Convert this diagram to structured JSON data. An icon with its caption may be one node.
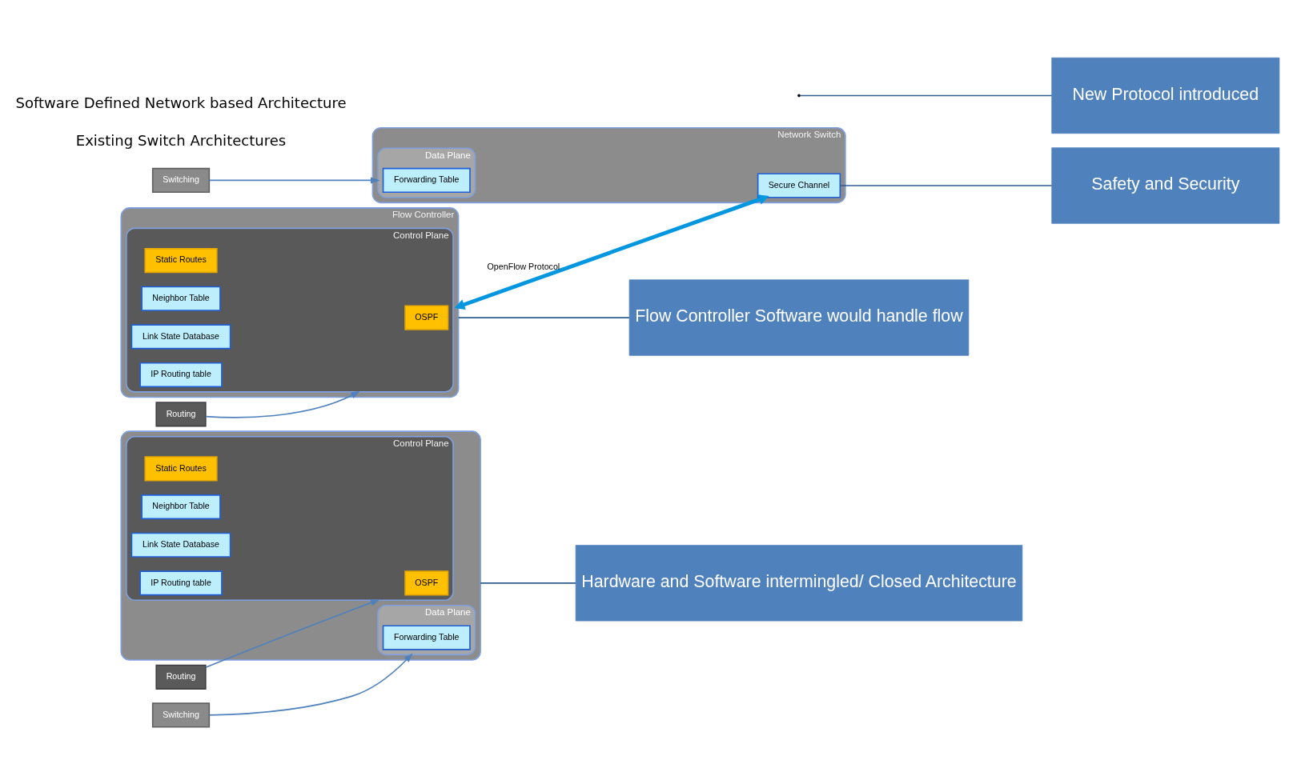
{
  "diagram": {
    "nodes": [
      {
        "text": [],
        "shape": "box"
      },
      {
        "text": [
          "Control Plane"
        ],
        "in": 0
      },
      {
        "text": [
          "OSPF"
        ],
        "in": 1
      },
      {
        "text": [
          "Static Routes"
        ],
        "in": 1
      },
      {
        "text": [
          "Neighbor Table"
        ],
        "in": 1
      },
      {
        "text": [
          "Link State Database"
        ],
        "in": 1
      },
      {
        "text": [
          "IP Routing table"
        ],
        "in": 1
      },
      {
        "text": [
          "Data Plane"
        ],
        "in": 0
      },
      {
        "text": [
          "Forwarding Table"
        ],
        "in": 7
      },
      {
        "text": [
          "Routing"
        ]
      },
      {
        "text": [
          "Switching"
        ]
      },
      {
        "text": [
          "Hardware and Software intermingled/ Closed Architecture"
        ]
      },
      {
        "text": [
          "Flow Controller"
        ]
      },
      {
        "text": [
          "Control Plane"
        ],
        "in": 12
      },
      {
        "text": [
          "OSPF"
        ],
        "in": 13
      },
      {
        "text": [
          "Static Routes"
        ],
        "in": 13
      },
      {
        "text": [
          "Neighbor Table"
        ],
        "in": 13
      },
      {
        "text": [
          "Link State Database"
        ],
        "in": 13
      },
      {
        "text": [
          "IP Routing table"
        ],
        "in": 13
      },
      {
        "text": [
          "Network Switch"
        ]
      },
      {
        "text": [
          "Secure Channel"
        ],
        "in": 19
      },
      {
        "text": [
          "Data Plane"
        ],
        "in": 19
      },
      {
        "text": [
          "Forwarding Table"
        ],
        "in": 21
      },
      {
        "text": [
          "Routing"
        ]
      },
      {
        "text": [
          "Switching"
        ]
      },
      {
        "text": [
          "Flow Controller Software would handle flow"
        ]
      },
      {
        "text": [
          "New Protocol introduced"
        ]
      },
      {
        "text": [
          "Safety and Security"
        ]
      }
    ],
    "edges": [
      {
        "from": 9,
        "to": 1,
        "arrow": "to"
      },
      {
        "from": 10,
        "to": 7,
        "arrow": "to"
      },
      {
        "from": 11,
        "to": 0,
        "arrow": "none",
        "color": "#2f5d8f"
      },
      {
        "from": 23,
        "to": 13,
        "arrow": "to"
      },
      {
        "from": 24,
        "to": 21,
        "arrow": "to"
      },
      {
        "from": 12,
        "to": 20,
        "arrow": "both",
        "label": "OpenFlow Protocol",
        "style": "thick",
        "color": "#0096e0"
      },
      {
        "from": 25,
        "to": 12,
        "arrow": "none",
        "color": "#2f5d8f"
      },
      {
        "from": 26,
        "to": null,
        "arrow": "none",
        "color": "#2f5d8f"
      },
      {
        "from": 27,
        "to": 20,
        "arrow": "none",
        "color": "#2f5d8f"
      }
    ],
    "labels": [
      "Existing Switch Architectures",
      "Software Defined Network based Architecture"
    ]
  }
}
